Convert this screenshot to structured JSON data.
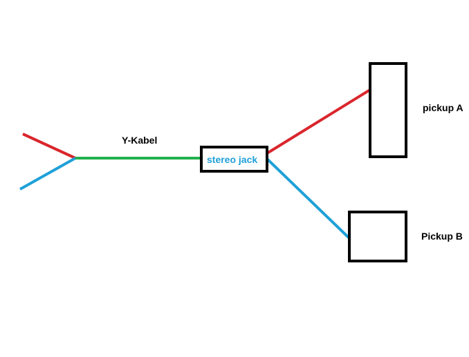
{
  "labels": {
    "y_cable": "Y-Kabel",
    "stereo_jack": "stereo jack",
    "pickup_a": "pickup A",
    "pickup_b": "Pickup B"
  },
  "colors": {
    "red_wire": "#d9262c",
    "blue_wire": "#1ea0d8",
    "green_wire": "#22b14c",
    "box_outline": "#000000",
    "label_text": "#000000",
    "jack_label_text": "#1ea0d8"
  }
}
